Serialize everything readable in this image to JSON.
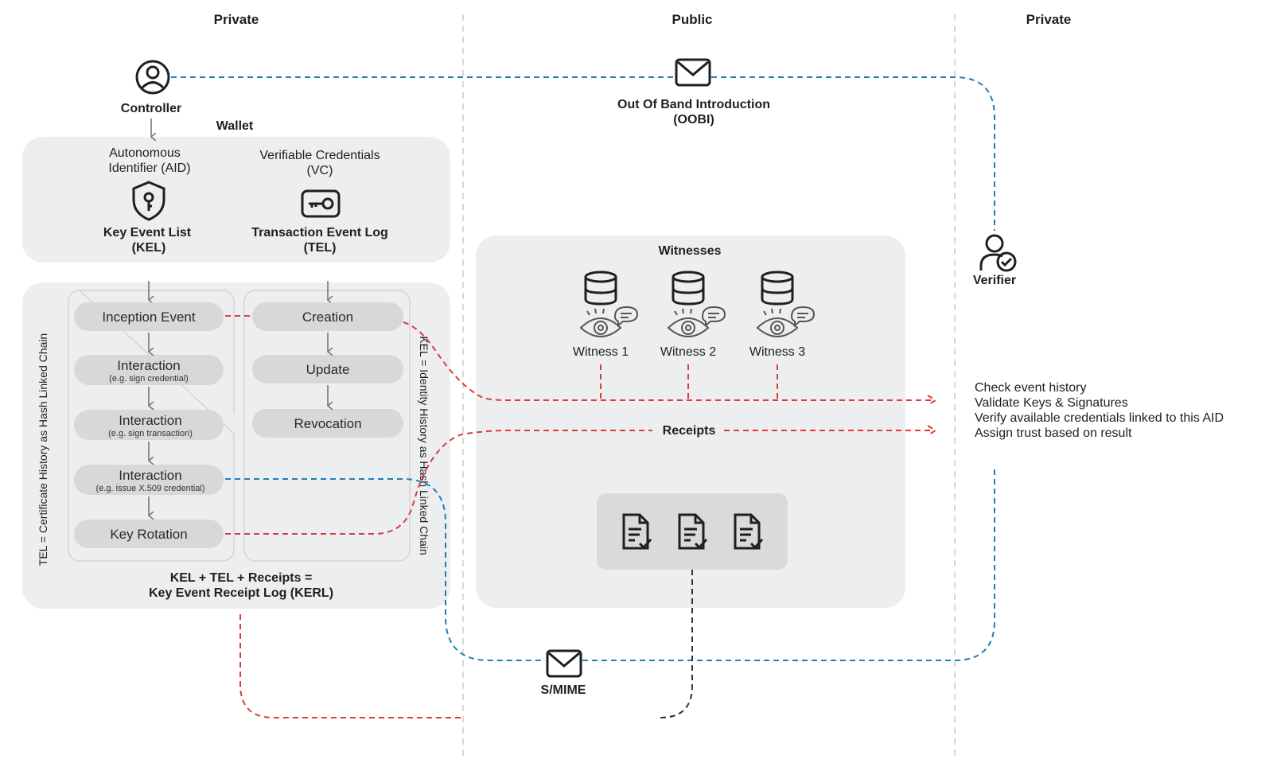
{
  "zones": {
    "left": "Private",
    "center": "Public",
    "right": "Private"
  },
  "controller": {
    "label": "Controller"
  },
  "wallet": {
    "label": "Wallet",
    "aid_line1": "Autonomous",
    "aid_line2": "Identifier (AID)",
    "vc_line1": "Verifiable Credentials",
    "vc_line2": "(VC)",
    "kel_line1": "Key Event List",
    "kel_line2": "(KEL)",
    "tel_line1": "Transaction Event Log",
    "tel_line2": "(TEL)"
  },
  "oobi": {
    "line1": "Out Of Band Introduction",
    "line2": "(OOBI)"
  },
  "verifier": {
    "label": "Verifier"
  },
  "kel_events": [
    {
      "label": "Inception Event",
      "sub": ""
    },
    {
      "label": "Interaction",
      "sub": "(e.g. sign credential)"
    },
    {
      "label": "Interaction",
      "sub": "(e.g. sign transaction)"
    },
    {
      "label": "Interaction",
      "sub": "(e.g. issue X.509 credential)"
    },
    {
      "label": "Key Rotation",
      "sub": ""
    }
  ],
  "tel_events": [
    "Creation",
    "Update",
    "Revocation"
  ],
  "side_labels": {
    "left": "TEL = Certificate History as Hash Linked Chain",
    "right": "KEL = Identity History as Hash Linked Chain"
  },
  "kerl": {
    "line1": "KEL + TEL + Receipts =",
    "line2": "Key Event Receipt Log (KERL)"
  },
  "witnesses": {
    "title": "Witnesses",
    "items": [
      "Witness 1",
      "Witness 2",
      "Witness 3"
    ],
    "receipts": "Receipts"
  },
  "checks": [
    "Check event history",
    "Validate Keys & Signatures",
    "Verify available credentials linked to this AID",
    "Assign trust based on result"
  ],
  "smime": {
    "label": "S/MIME"
  },
  "colors": {
    "panel": "#eceef0",
    "pill": "#d6d8da",
    "blue": "#1f7fb8",
    "red": "#e03a3a",
    "arrow": "#777777",
    "divider": "#cccccc"
  }
}
